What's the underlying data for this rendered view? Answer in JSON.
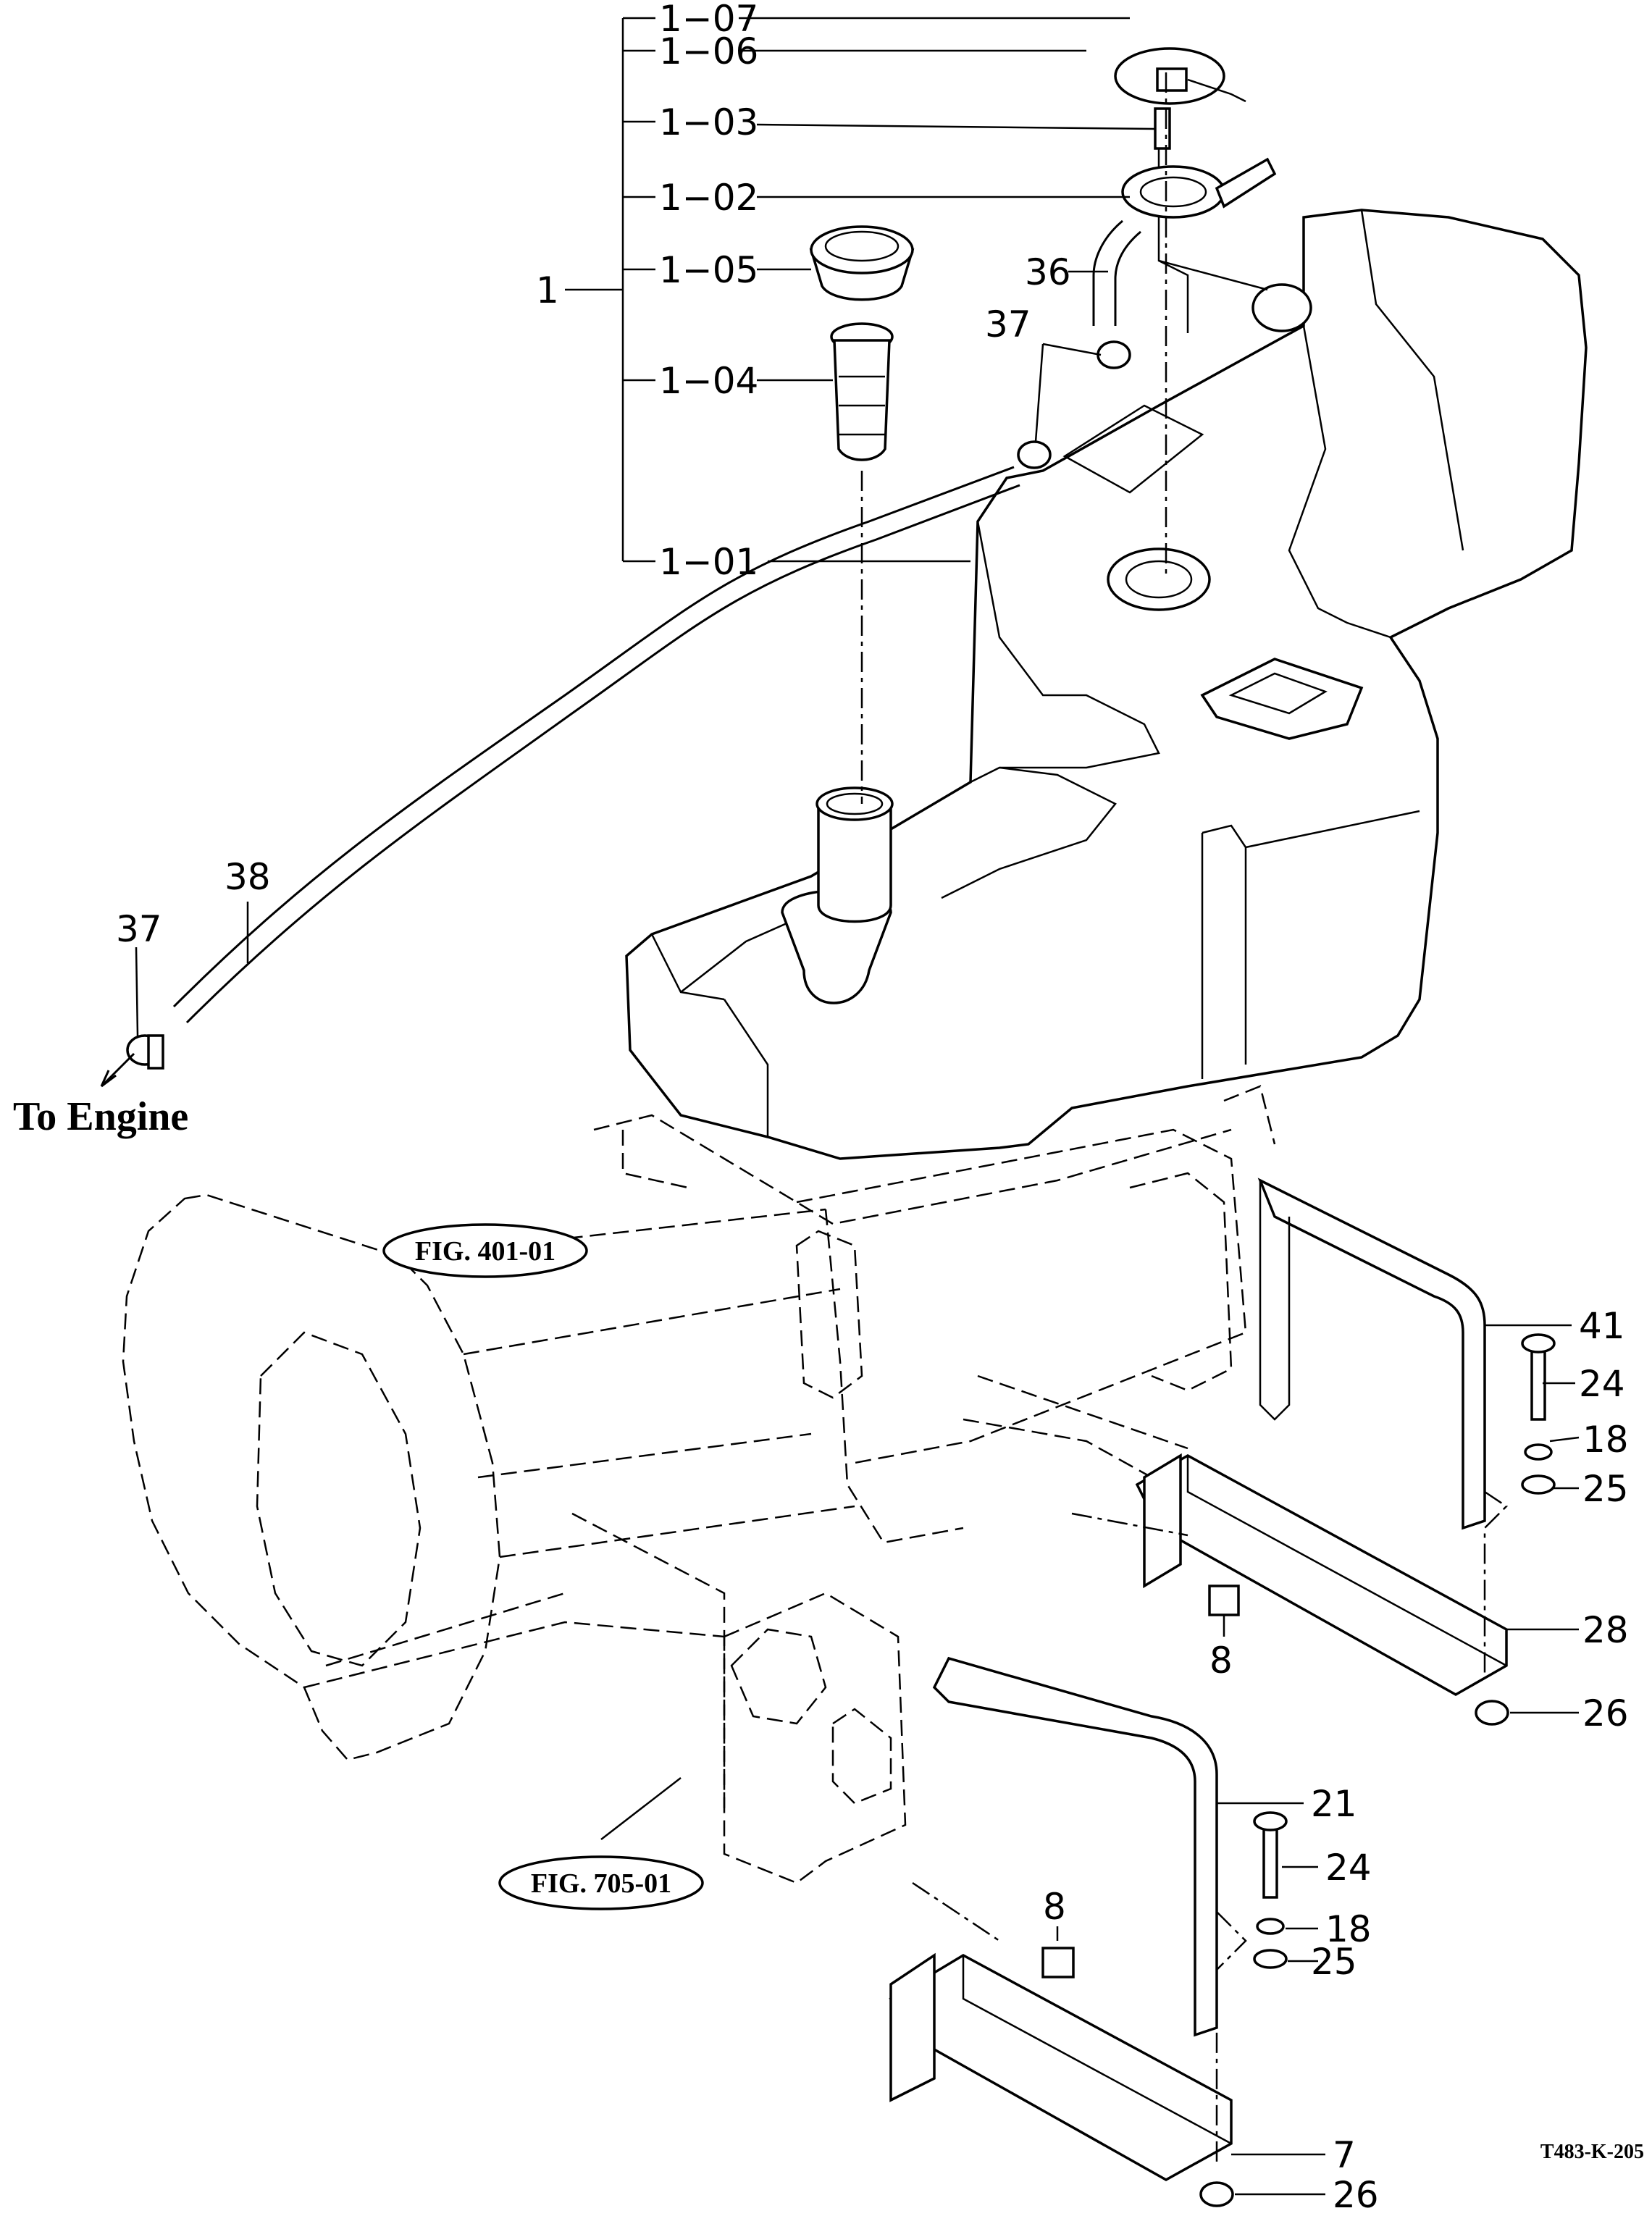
{
  "diagram": {
    "drawing_code": "T483-K-205",
    "direction_label": "To  Engine",
    "figure_refs": {
      "upper": "FIG. 401-01",
      "lower": "FIG. 705-01"
    },
    "callouts": {
      "c1": "1",
      "c1_07": "1−07",
      "c1_06": "1−06",
      "c1_03": "1−03",
      "c1_02": "1−02",
      "c1_05": "1−05",
      "c1_04": "1−04",
      "c1_01": "1−01",
      "c36": "36",
      "c37_top": "37",
      "c37_left": "37",
      "c38": "38",
      "c41": "41",
      "c24_a": "24",
      "c18_a": "18",
      "c25_a": "25",
      "c8_a": "8",
      "c28": "28",
      "c26_a": "26",
      "c21": "21",
      "c24_b": "24",
      "c8_b": "8",
      "c18_b": "18",
      "c25_b": "25",
      "c7": "7",
      "c26_b": "26"
    }
  }
}
